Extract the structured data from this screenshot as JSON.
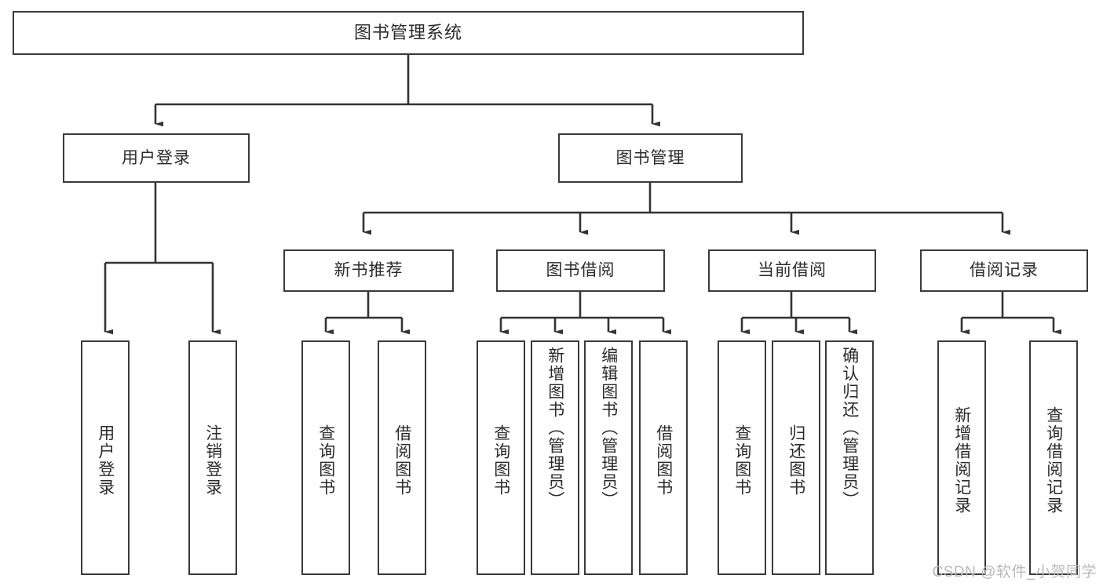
{
  "diagram": {
    "title": "图书管理系统",
    "type": "tree-hierarchy-diagram",
    "colors": {
      "background": "#ffffff",
      "box_border": "#3a3a3a",
      "text": "#2b2b2b",
      "connector": "#333333",
      "watermark": "#b9b9b9"
    },
    "root": {
      "label": "图书管理系统"
    },
    "level2": [
      {
        "label": "用户登录"
      },
      {
        "label": "图书管理"
      }
    ],
    "level3": [
      {
        "label": "新书推荐"
      },
      {
        "label": "图书借阅"
      },
      {
        "label": "当前借阅"
      },
      {
        "label": "借阅记录"
      }
    ],
    "leaves": {
      "user_login": [
        {
          "label": "用户登录"
        },
        {
          "label": "注销登录"
        }
      ],
      "new_book_recommend": [
        {
          "label": "查询图书"
        },
        {
          "label": "借阅图书"
        }
      ],
      "book_borrow": [
        {
          "label": "查询图书"
        },
        {
          "label": "新增图书（管理员）"
        },
        {
          "label": "编辑图书（管理员）"
        },
        {
          "label": "借阅图书"
        }
      ],
      "current_borrow": [
        {
          "label": "查询图书"
        },
        {
          "label": "归还图书"
        },
        {
          "label": "确认归还（管理员）"
        }
      ],
      "borrow_record": [
        {
          "label": "新增借阅记录"
        },
        {
          "label": "查询借阅记录"
        }
      ]
    }
  },
  "watermark": {
    "text": "CSDN @软件_小贺同学"
  }
}
